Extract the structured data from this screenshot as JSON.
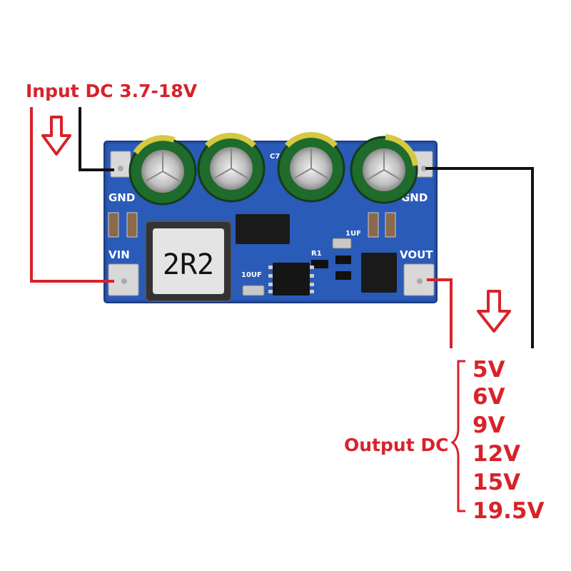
{
  "input": {
    "label": "Input DC 3.7-18V"
  },
  "output": {
    "label": "Output DC",
    "voltages": [
      "5V",
      "6V",
      "9V",
      "12V",
      "15V",
      "19.5V"
    ]
  },
  "board": {
    "pin_gnd_left": "GND",
    "pin_vin": "VIN",
    "pin_gnd_right": "GND",
    "pin_vout": "VOUT",
    "inductor_marking": "2R2",
    "cap_left": "10UF",
    "cap_right": "1UF",
    "resistor": "R1",
    "cap_top": "C7"
  },
  "colors": {
    "annotation": "#d8222a",
    "wire_black": "#111111",
    "pcb": "#2450a8",
    "capacitor": "#1e6b2c"
  }
}
